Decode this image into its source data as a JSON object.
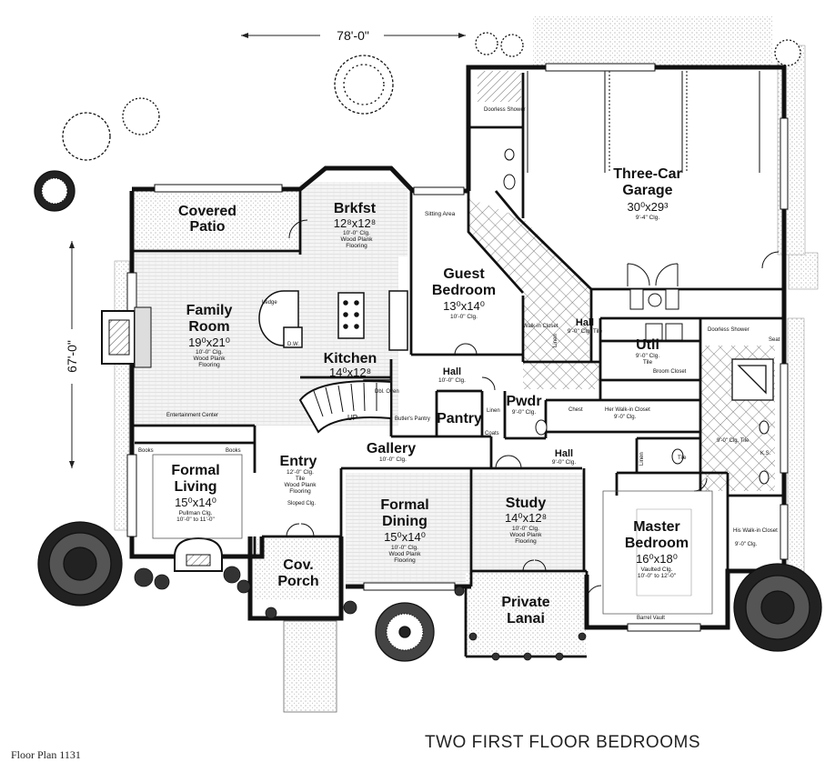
{
  "plan_id": "Floor Plan 1131",
  "headline": "TWO FIRST FLOOR BEDROOMS",
  "overall": {
    "width": "78'-0\"",
    "depth": "67'-0\""
  },
  "rooms": [
    {
      "key": "patio",
      "name": "Covered Patio"
    },
    {
      "key": "brkfst",
      "name": "Brkfst",
      "size": "12⁸x12⁸",
      "notes": [
        "10'-0\" Clg.",
        "Wood Plank",
        "Flooring"
      ]
    },
    {
      "key": "family",
      "name": "Family Room",
      "size": "19⁰x21⁰",
      "notes": [
        "10'-0\" Clg.",
        "Wood Plank",
        "Flooring"
      ]
    },
    {
      "key": "kitchen",
      "name": "Kitchen",
      "size": "14⁰x12⁸"
    },
    {
      "key": "guest",
      "name": "Guest Bedroom",
      "size": "13⁰x14⁰",
      "notes": [
        "10'-0\" Clg."
      ]
    },
    {
      "key": "garage",
      "name": "Three-Car Garage",
      "size": "30⁰x29³",
      "notes": [
        "9'-4\" Clg."
      ]
    },
    {
      "key": "formal_living",
      "name": "Formal Living",
      "size": "15⁰x14⁰",
      "notes": [
        "Pullman Clg.",
        "10'-0\" to 11'-0\""
      ]
    },
    {
      "key": "entry",
      "name": "Entry",
      "notes": [
        "12'-0\" Clg.",
        "Tile",
        "Wood Plank",
        "Flooring"
      ]
    },
    {
      "key": "gallery",
      "name": "Gallery",
      "notes": [
        "10'-0\" Clg."
      ]
    },
    {
      "key": "formal_dining",
      "name": "Formal Dining",
      "size": "15⁰x14⁰",
      "notes": [
        "10'-0\" Clg.",
        "Wood Plank",
        "Flooring"
      ]
    },
    {
      "key": "cov_porch",
      "name": "Cov. Porch"
    },
    {
      "key": "study",
      "name": "Study",
      "size": "14⁰x12⁸",
      "notes": [
        "10'-0\" Clg.",
        "Wood Plank",
        "Flooring"
      ]
    },
    {
      "key": "lanai",
      "name": "Private Lanai"
    },
    {
      "key": "master",
      "name": "Master Bedroom",
      "size": "16⁰x18⁰",
      "notes": [
        "Vaulted Clg.",
        "10'-0\" to 12'-0\""
      ]
    },
    {
      "key": "util",
      "name": "Util",
      "notes": [
        "9'-0\" Clg.",
        "Tile"
      ]
    },
    {
      "key": "pwdr",
      "name": "Pwdr",
      "notes": [
        "9'-0\" Clg."
      ]
    },
    {
      "key": "pantry",
      "name": "Pantry"
    }
  ],
  "small_labels": {
    "sitting": "Sitting Area",
    "hall_upper": "Hall",
    "hall_upper_note": "10'-0\" Clg.",
    "hall_right": "Hall",
    "hall_right_note": "9'-0\" Clg. Tile",
    "hall_lower": "Hall",
    "hall_lower_note": "9'-0\" Clg.",
    "walkin_closet": "Walk-in Closet",
    "linen": "Linen",
    "broom": "Broom Closet",
    "her_closet": "Her Walk-in Closet",
    "her_closet_note": "9'-0\" Clg.",
    "his_closet": "His Walk-in Closet",
    "his_closet_note": "9'-0\" Clg.",
    "doorless_shower": "Doorless Shower",
    "chest": "Chest",
    "ent_center": "Entertainment Center",
    "books": "Books",
    "ledge": "Ledge",
    "dbl_oven": "Dbl. Oven",
    "up": "UP",
    "sloped": "Sloped Clg.",
    "barrel": "Barrel Vault",
    "tile_clg": "9'-0\" Clg. Tile",
    "ks": "K.S.",
    "dw": "D.W.",
    "coats": "Coats",
    "butlers": "Butler's Pantry",
    "linen2": "Linen",
    "tile": "Tile",
    "seat": "Seat"
  },
  "icons": [
    "tree-icon",
    "shrub-icon",
    "fireplace-icon",
    "door-swing-icon",
    "staircase-icon",
    "tub-icon",
    "toilet-icon"
  ]
}
